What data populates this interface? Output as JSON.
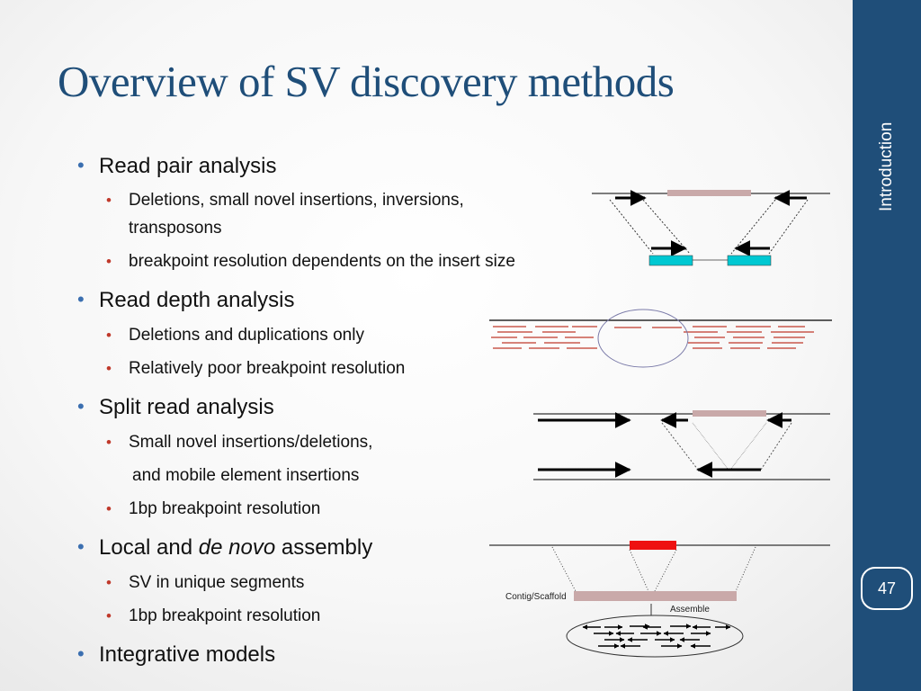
{
  "title": "Overview of SV discovery methods",
  "sidebar": {
    "section_label": "Introduction",
    "page_number": "47"
  },
  "bullets": {
    "read_pair": {
      "label": "Read pair analysis",
      "sub": [
        "Deletions, small novel insertions, inversions,",
        "transposons",
        "breakpoint resolution dependents on the insert size"
      ]
    },
    "read_depth": {
      "label": "Read depth analysis",
      "sub": [
        "Deletions and duplications only",
        "Relatively poor breakpoint resolution"
      ]
    },
    "split_read": {
      "label": "Split read analysis",
      "sub": [
        "Small novel insertions/deletions,",
        "and mobile element insertions",
        "1bp breakpoint resolution"
      ]
    },
    "assembly": {
      "label_pre": "Local and ",
      "label_em": "de novo",
      "label_post": " assembly",
      "sub": [
        "SV in unique segments",
        "1bp breakpoint resolution"
      ]
    },
    "integrative": {
      "label": "Integrative models"
    }
  },
  "diagram": {
    "contig_label": "Contig/Scaffold",
    "assemble_label": "Assemble"
  },
  "colors": {
    "accent": "#1f4e79",
    "bullet_primary": "#3b6fb0",
    "bullet_secondary": "#c0392b",
    "read_bar": "#00c8d2",
    "deletion_bar": "#c9a9a9",
    "read_line": "#c0392b",
    "insertion_red": "#ee1111"
  }
}
